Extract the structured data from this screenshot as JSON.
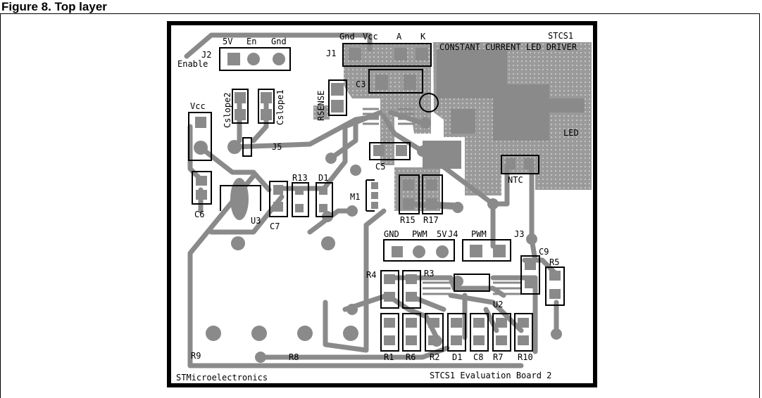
{
  "caption": "Figure 8.   Top layer",
  "board": {
    "title": "STCS1",
    "subtitle": "CONSTANT CURRENT LED DRIVER",
    "manufacturer": "STMicroelectronics",
    "board_name": "STCS1 Evaluation Board 2"
  },
  "labels": {
    "j2": "J2",
    "enable": "Enable",
    "v5": "5V",
    "en": "En",
    "gnd_j2": "Gnd",
    "j1": "J1",
    "gnd_j1": "Gnd",
    "vcc_j1": "Vcc",
    "a": "A",
    "k": "K",
    "c3": "C3",
    "rsense": "RSENSE",
    "cslope2": "Cslope2",
    "cslope1": "Cslope1",
    "vcc": "Vcc",
    "j5": "J5",
    "c5": "C5",
    "led": "LED",
    "ntc": "NTC",
    "r13": "R13",
    "d1": "D1",
    "m1": "M1",
    "r15": "R15",
    "r17": "R17",
    "c6": "C6",
    "u3": "U3",
    "c7": "C7",
    "gnd_j4": "GND",
    "pwm_j4": "PWM",
    "v5_j4": "5V",
    "j4": "J4",
    "pwm_j3": "PWM",
    "j3": "J3",
    "c9": "C9",
    "r5": "R5",
    "r4": "R4",
    "r3": "R3",
    "u2": "U2",
    "r9": "R9",
    "r8": "R8",
    "r1": "R1",
    "r6": "R6",
    "r2": "R2",
    "d1b": "D1",
    "c8": "C8",
    "r7": "R7",
    "r10": "R10"
  }
}
